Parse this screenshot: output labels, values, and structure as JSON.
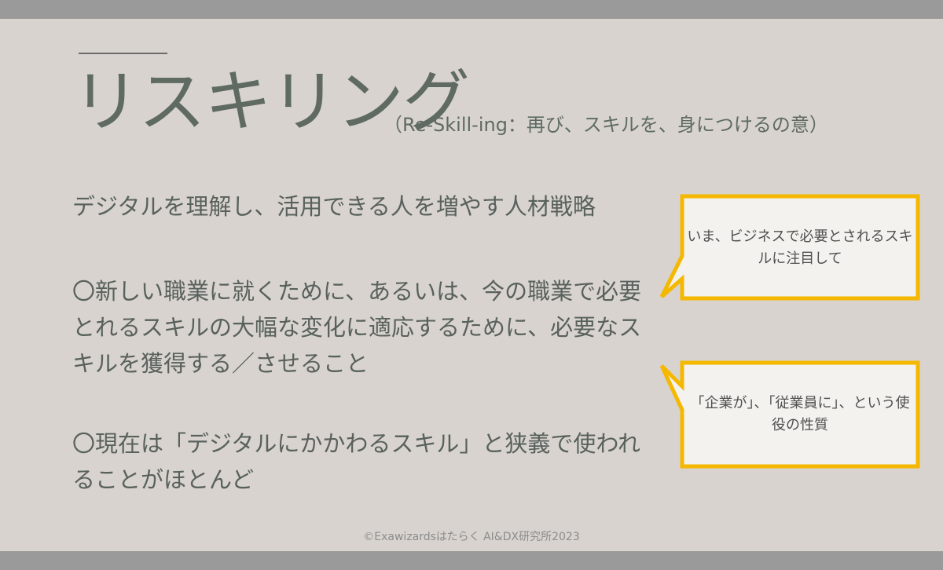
{
  "slide": {
    "title": "リスキリング",
    "subtitle": "（Re-Skill-ing：再び、スキルを、身につけるの意）",
    "line1": "デジタルを理解し、活用できる人を増やす人材戦略",
    "para2": "〇新しい職業に就くために、あるいは、今の職業で必要とれるスキルの大幅な変化に適応するために、必要なスキルを獲得する／させること",
    "para3": "〇現在は「デジタルにかかわるスキル」と狭義で使われることがほとんど",
    "callout1": "いま、ビジネスで必要とされるスキルに注目して",
    "callout2": "「企業が」、「従業員に」、という使役の性質",
    "footer": "©Exawizardsはたらく AI&DX研究所2023"
  },
  "colors": {
    "background": "#d8d3cf",
    "bars": "#9a9a9a",
    "title": "#5f6b62",
    "callout_border": "#f5b800",
    "callout_fill": "#f3f2ee"
  }
}
